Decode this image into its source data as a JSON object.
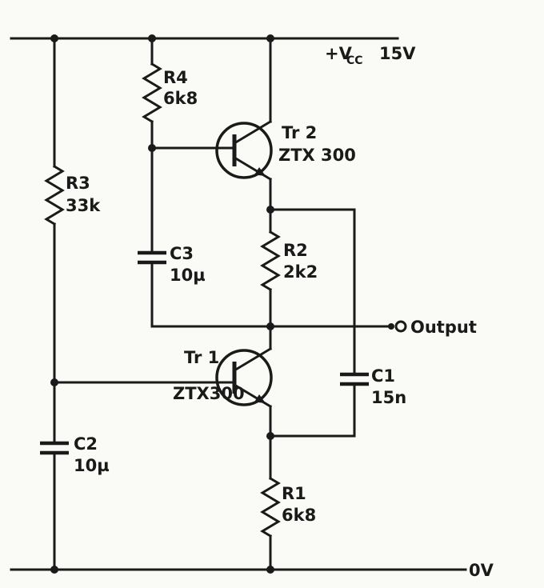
{
  "diagram": {
    "type": "circuit-schematic",
    "power_rails": {
      "positive": {
        "prefix": "+V",
        "subscript": "CC",
        "voltage": "15V"
      },
      "ground": {
        "label": "0V"
      }
    },
    "output": {
      "label": "Output"
    },
    "components": {
      "r1": {
        "name": "R1",
        "value": "6k8"
      },
      "r2": {
        "name": "R2",
        "value": "2k2"
      },
      "r3": {
        "name": "R3",
        "value": "33k"
      },
      "r4": {
        "name": "R4",
        "value": "6k8"
      },
      "c1": {
        "name": "C1",
        "value": "15n"
      },
      "c2": {
        "name": "C2",
        "value": "10µ"
      },
      "c3": {
        "name": "C3",
        "value": "10µ"
      },
      "tr1": {
        "name": "Tr 1",
        "part": "ZTX300"
      },
      "tr2": {
        "name": "Tr 2",
        "part": "ZTX 300"
      }
    },
    "colors": {
      "ink": "#1a1a1a",
      "paper": "#fafaf7"
    }
  }
}
